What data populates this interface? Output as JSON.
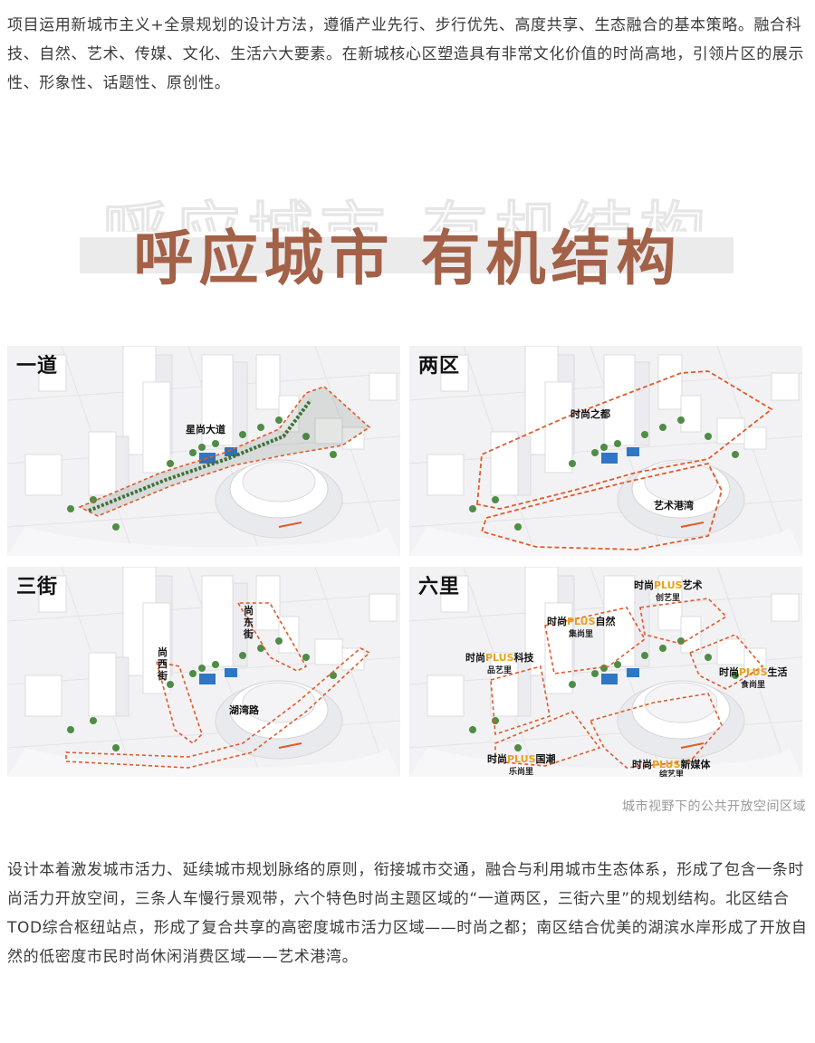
{
  "intro_text": "项目运用新城市主义+全景规划的设计方法，遵循产业先行、步行优先、高度共享、生态融合的基本策略。融合科技、自然、艺术、传媒、文化、生活六大要素。在新城核心区塑造具有非常文化价值的时尚高地，引领片区的展示性、形象性、话题性、原创性。",
  "heading": "呼应城市 有机结构",
  "panels": {
    "one_road": {
      "title": "一道",
      "labels": {
        "main": "星尚大道"
      }
    },
    "two_zones": {
      "title": "两区",
      "labels": {
        "north": "时尚之都",
        "south": "艺术港湾"
      }
    },
    "three_streets": {
      "title": "三街",
      "labels": {
        "east": "尚东街",
        "west": "尚西街",
        "lake": "湖湾路"
      }
    },
    "six_li": {
      "title": "六里",
      "plus": "PLUS",
      "prefix": "时尚",
      "zones": [
        {
          "theme": "艺术",
          "sub": "创艺里"
        },
        {
          "theme": "自然",
          "sub": "集尚里"
        },
        {
          "theme": "科技",
          "sub": "品艺里"
        },
        {
          "theme": "生活",
          "sub": "食尚里"
        },
        {
          "theme": "国潮",
          "sub": "乐尚里"
        },
        {
          "theme": "新媒体",
          "sub": "综艺里"
        }
      ]
    }
  },
  "caption": "城市视野下的公共开放空间区域",
  "body_text": "设计本着激发城市活力、延续城市规划脉络的原则，衔接城市交通，融合与利用城市生态体系，形成了包含一条时尚活力开放空间，三条人车慢行景观带，六个特色时尚主题区域的“一道两区，三街六里”的规划结构。北区结合TOD综合枢纽站点，形成了复合共享的高密度城市活力区域——时尚之都；南区结合优美的湖滨水岸形成了开放自然的低密度市民时尚休闲消费区域——艺术港湾。",
  "colors": {
    "heading": "#a36148",
    "outline": "#e05a2b",
    "highlight": "#e8a11a",
    "green": "#3f7f3a"
  }
}
